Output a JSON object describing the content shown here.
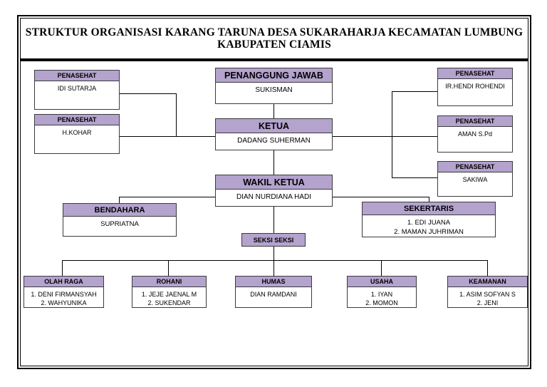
{
  "document": {
    "title_lines": "STRUKTUR ORGANISASI KARANG TARUNA\nDESA SUKARAHARJA\nKECAMATAN LUMBUNG KABUPATEN CIAMIS",
    "header_color": "#b3a3cd",
    "border_color": "#3b3b3b",
    "background": "#ffffff"
  },
  "nodes": {
    "penasehat_left_1": {
      "title": "PENASEHAT",
      "name": "IDI SUTARJA"
    },
    "penasehat_left_2": {
      "title": "PENASEHAT",
      "name": "H.KOHAR"
    },
    "penanggung_jawab": {
      "title": "PENANGGUNG JAWAB",
      "name": "SUKISMAN"
    },
    "ketua": {
      "title": "KETUA",
      "name": "DADANG SUHERMAN"
    },
    "penasehat_right_1": {
      "title": "PENASEHAT",
      "name": "IR.HENDI ROHENDI"
    },
    "penasehat_right_2": {
      "title": "PENASEHAT",
      "name": "AMAN S.Pd"
    },
    "penasehat_right_3": {
      "title": "PENASEHAT",
      "name": "SAKIWA"
    },
    "wakil_ketua": {
      "title": "WAKIL KETUA",
      "name": "DIAN NURDIANA HADI"
    },
    "bendahara": {
      "title": "BENDAHARA",
      "name": "SUPRIATNA"
    },
    "sekertaris": {
      "title": "SEKERTARIS",
      "name": "1. EDI JUANA\n2. MAMAN JUHRIMAN"
    },
    "seksi_seksi": {
      "title": "SEKSI SEKSI"
    }
  },
  "sections": [
    {
      "title": "OLAH RAGA",
      "members": "1. DENI FIRMANSYAH\n2. WAHYUNIKA"
    },
    {
      "title": "ROHANI",
      "members": "1. JEJE JAENAL M\n2. SUKENDAR"
    },
    {
      "title": "HUMAS",
      "members": "DIAN RAMDANI"
    },
    {
      "title": "USAHA",
      "members": "1. IYAN\n2. MOMON"
    },
    {
      "title": "KEAMANAN",
      "members": "1. ASIM SOFYAN S\n2. JENI"
    }
  ]
}
